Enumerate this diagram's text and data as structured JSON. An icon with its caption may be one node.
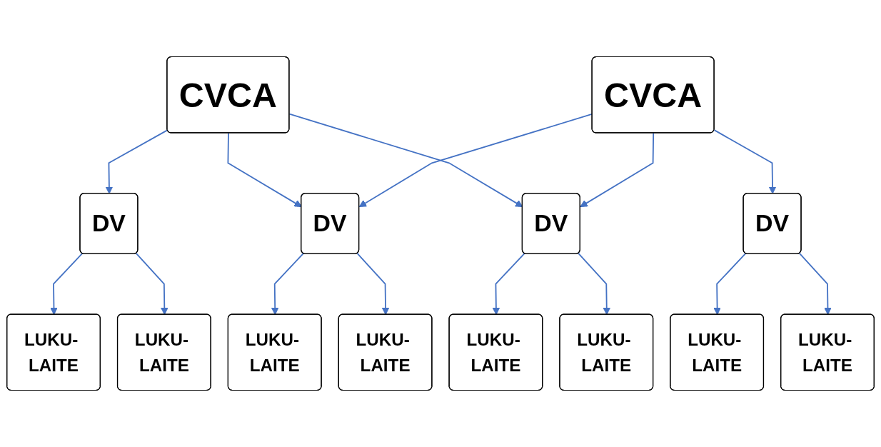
{
  "diagram": {
    "nodes": [
      {
        "text": [
          "CVCA"
        ]
      },
      {
        "text": [
          "CVCA"
        ]
      },
      {
        "text": [
          "DV"
        ]
      },
      {
        "text": [
          "DV"
        ]
      },
      {
        "text": [
          "DV"
        ]
      },
      {
        "text": [
          "DV"
        ]
      },
      {
        "text": [
          "LUKU- LAITE"
        ]
      },
      {
        "text": [
          "LUKU- LAITE"
        ]
      },
      {
        "text": [
          "LUKU- LAITE"
        ]
      },
      {
        "text": [
          "LUKU- LAITE"
        ]
      },
      {
        "text": [
          "LUKU- LAITE"
        ]
      },
      {
        "text": [
          "LUKU- LAITE"
        ]
      },
      {
        "text": [
          "LUKU- LAITE"
        ]
      },
      {
        "text": [
          "LUKU- LAITE"
        ]
      }
    ],
    "edges": [
      {
        "from": 0,
        "to": 2,
        "arrow": "to"
      },
      {
        "from": 0,
        "to": 3,
        "arrow": "to"
      },
      {
        "from": 0,
        "to": 4,
        "arrow": "to"
      },
      {
        "from": 1,
        "to": 3,
        "arrow": "to"
      },
      {
        "from": 1,
        "to": 4,
        "arrow": "to"
      },
      {
        "from": 1,
        "to": 5,
        "arrow": "to"
      },
      {
        "from": 2,
        "to": 6,
        "arrow": "to"
      },
      {
        "from": 2,
        "to": 7,
        "arrow": "to"
      },
      {
        "from": 3,
        "to": 8,
        "arrow": "to"
      },
      {
        "from": 3,
        "to": 9,
        "arrow": "to"
      },
      {
        "from": 4,
        "to": 10,
        "arrow": "to"
      },
      {
        "from": 4,
        "to": 11,
        "arrow": "to"
      },
      {
        "from": 5,
        "to": 12,
        "arrow": "to"
      },
      {
        "from": 5,
        "to": 13,
        "arrow": "to"
      }
    ]
  }
}
